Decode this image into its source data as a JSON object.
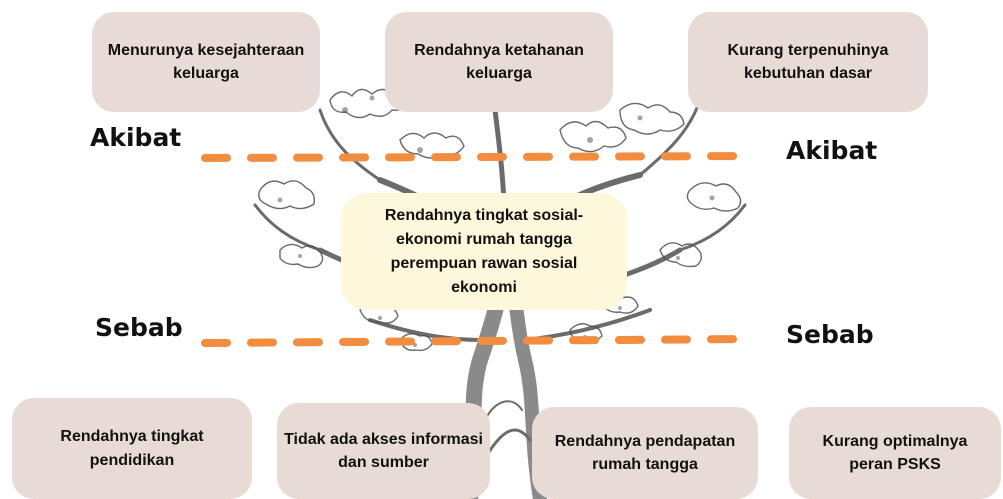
{
  "effects": [
    "Menurunya kesejahteraan keluarga",
    "Rendahnya ketahanan keluarga",
    "Kurang terpenuhinya kebutuhan dasar"
  ],
  "center": "Rendahnya tingkat sosial-ekonomi rumah tangga perempuan rawan sosial ekonomi",
  "causes": [
    "Rendahnya tingkat pendidikan",
    "Tidak ada akses informasi dan sumber",
    "Rendahnya pendapatan rumah tangga",
    "Kurang optimalnya peran PSKS"
  ],
  "labels": {
    "akibat_left": "Akibat",
    "akibat_right": "Akibat",
    "sebab_left": "Sebab",
    "sebab_right": "Sebab"
  },
  "colors": {
    "box_fill": "#e8dbd6",
    "center_fill": "#fdf8dc",
    "dash": "#f28c3f",
    "tree_ink": "#5a5a5a"
  }
}
